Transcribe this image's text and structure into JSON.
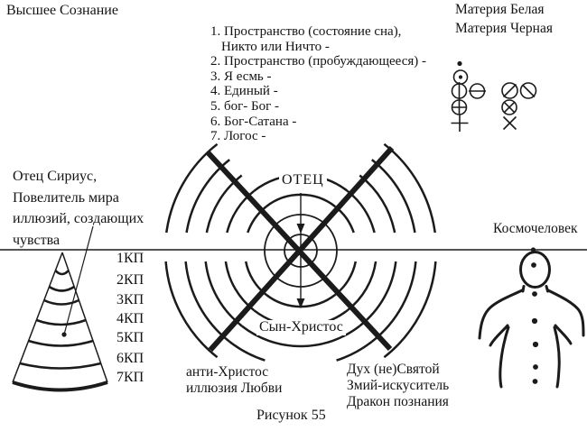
{
  "top_left_label": "Высшее Сознание",
  "top_right": {
    "line1": "Материя Белая",
    "line2": "Материя Черная"
  },
  "hierarchy_list": {
    "items": [
      {
        "label": "1. Пространство (состояние сна),",
        "label2": "Никто или Ничто -"
      },
      {
        "label": "2. Пространство (пробуждающееся) -"
      },
      {
        "label": "3. Я есмь -"
      },
      {
        "label": "4. Единый -"
      },
      {
        "label": "5. бог- Бог -"
      },
      {
        "label": "6. Бог-Сатана -"
      },
      {
        "label": "7. Логос -"
      }
    ]
  },
  "symbols": {
    "row2": [
      "dot-icon"
    ],
    "row3": [
      "circle-dot-icon"
    ],
    "row4": [
      "circle-vertical-bar-icon",
      "circle-horizontal-bar-icon",
      "circle-slash-icon",
      "circle-backslash-icon"
    ],
    "row5": [
      "circle-plus-icon",
      "circle-x-icon"
    ],
    "row6": [
      "plus-icon",
      "x-icon"
    ]
  },
  "left_block": {
    "text": "Отец Сириус,\nПовелитель мира\nиллюзий, создающих\nчувства"
  },
  "cone": {
    "levels": [
      "1КП",
      "2КП",
      "3КП",
      "4КП",
      "5КП",
      "6КП",
      "7КП"
    ]
  },
  "center": {
    "top_label": "ОТЕЦ",
    "bottom_label": "Сын-Христос"
  },
  "bottom": {
    "left_text": "анти-Христос\nиллюзия Любви",
    "right_text": "Дух (не)Святой\nЗмий-искуситель\nДракон познания"
  },
  "right_label": "Космочеловек",
  "caption": "Рисунок 55",
  "colors": {
    "ink": "#1b1b1b",
    "background": "#ffffff"
  }
}
